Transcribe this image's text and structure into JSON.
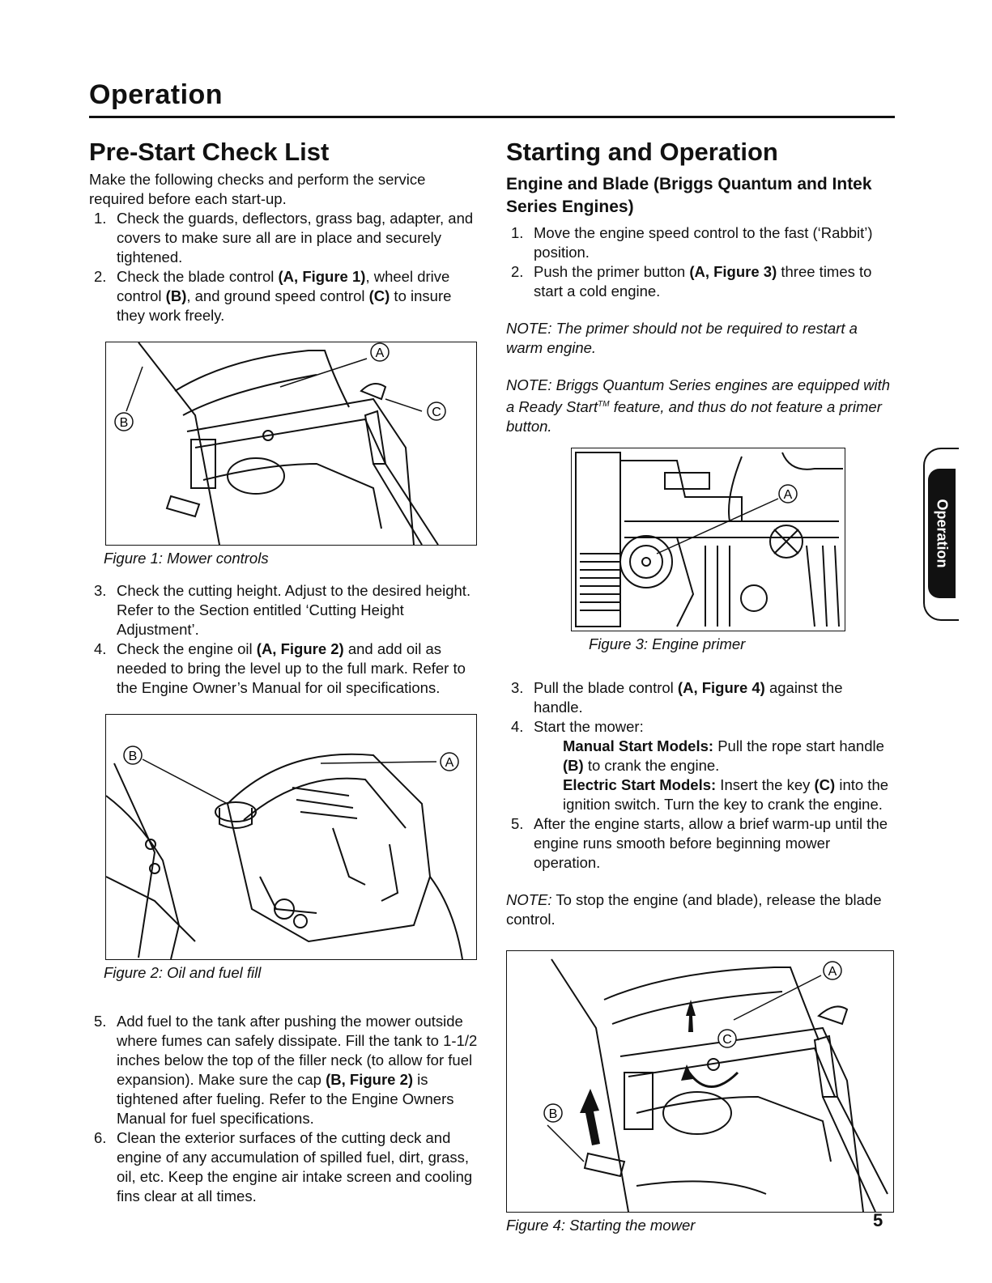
{
  "header": {
    "section_title": "Operation"
  },
  "side_tab": {
    "label": "Operation"
  },
  "page_number": "5",
  "left": {
    "title": "Pre-Start Check List",
    "intro": "Make the following checks and perform the service required before each start-up.",
    "items_a": [
      {
        "num": "1.",
        "text": "Check the guards, deflectors, grass bag, adapter, and covers to make sure all are in place and securely tightened."
      },
      {
        "num": "2.",
        "pre": "Check the blade control ",
        "b1": "(A, Figure 1)",
        "mid1": ", wheel drive control ",
        "b2": "(B)",
        "mid2": ", and ground speed control ",
        "b3": "(C)",
        "post": " to insure they work freely."
      }
    ],
    "figure1": {
      "caption": "Figure 1: Mower controls",
      "labels": [
        "A",
        "B",
        "C"
      ]
    },
    "items_b": [
      {
        "num": "3.",
        "text": "Check the cutting height. Adjust to the desired height. Refer to the Section entitled ‘Cutting Height Adjustment’."
      },
      {
        "num": "4.",
        "pre": "Check the engine oil ",
        "b1": "(A, Figure 2)",
        "post": " and add oil as needed to bring the level up to the full mark. Refer to the Engine Owner’s Manual for oil specifications."
      }
    ],
    "figure2": {
      "caption": "Figure 2: Oil and fuel fill",
      "labels": [
        "B",
        "A"
      ]
    },
    "items_c": [
      {
        "num": "5.",
        "pre": "Add fuel to the tank after pushing the mower outside where fumes can safely dissipate. Fill the tank to 1-1/2 inches below the top of the filler neck (to allow for fuel expansion). Make sure the cap ",
        "b1": "(B, Figure 2)",
        "post": " is tightened after fueling. Refer to the Engine Owners Manual for fuel specifications."
      },
      {
        "num": "6.",
        "text": "Clean the exterior surfaces of the cutting deck and engine of any accumulation of spilled fuel, dirt, grass, oil, etc. Keep the engine air intake screen and cooling fins clear at all times."
      }
    ]
  },
  "right": {
    "title": "Starting and Operation",
    "subtitle": "Engine and Blade (Briggs Quantum and Intek Series Engines)",
    "items_a": [
      {
        "num": "1.",
        "text": "Move the engine speed control to the fast (‘Rabbit’) position."
      },
      {
        "num": "2.",
        "pre": "Push the primer button ",
        "b1": "(A, Figure 3)",
        "post": " three times to start a cold engine."
      }
    ],
    "note1": "NOTE: The primer should not be required to restart a warm engine.",
    "note2_pre": "NOTE: Briggs Quantum Series engines are equipped with a Ready Start",
    "note2_tm": "TM",
    "note2_post": " feature, and thus do not feature a primer button.",
    "figure3": {
      "caption": "Figure 3: Engine primer",
      "labels": [
        "A"
      ]
    },
    "items_b": [
      {
        "num": "3.",
        "pre": "Pull the blade control ",
        "b1": "(A, Figure 4)",
        "post": " against the handle."
      },
      {
        "num": "4.",
        "text": "Start the mower:"
      }
    ],
    "manual": {
      "label": "Manual Start Models:",
      "pre": " Pull the rope start handle ",
      "b1": "(B)",
      "post": " to crank the engine."
    },
    "electric": {
      "label": "Electric Start Models:",
      "pre": " Insert the key ",
      "b1": "(C)",
      "post": " into the ignition switch.  Turn the key to crank the engine."
    },
    "items_c": [
      {
        "num": "5.",
        "text": "After the engine starts, allow a brief warm-up until the engine runs smooth before beginning mower operation."
      }
    ],
    "note3_label": "NOTE:",
    "note3_text": " To stop the engine (and blade), release the blade control.",
    "figure4": {
      "caption": "Figure 4: Starting the mower",
      "labels": [
        "A",
        "B",
        "C"
      ]
    }
  }
}
